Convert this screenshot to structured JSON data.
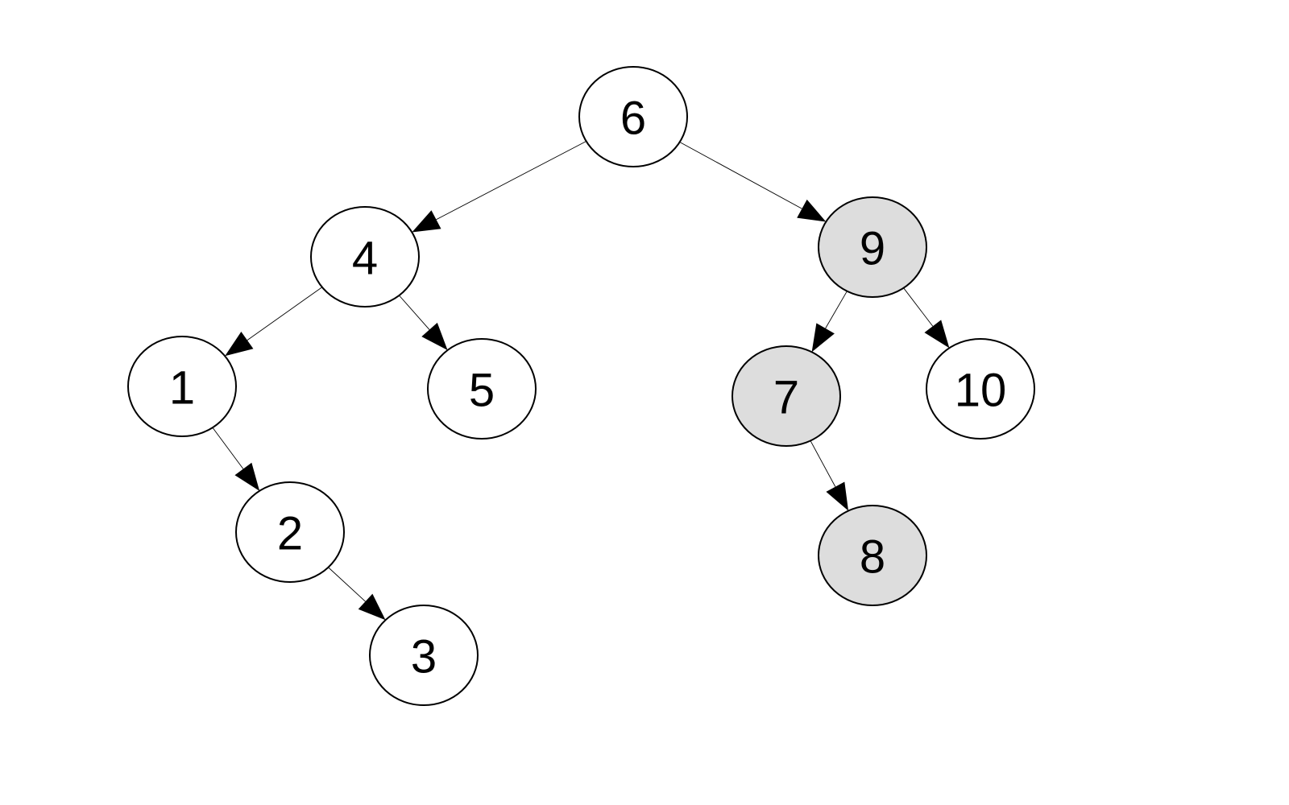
{
  "tree": {
    "colors": {
      "default_fill": "#ffffff",
      "highlight_fill": "#dddddd",
      "stroke": "#000000"
    },
    "nodes": [
      {
        "id": "n6",
        "label": "6",
        "highlighted": false
      },
      {
        "id": "n4",
        "label": "4",
        "highlighted": false
      },
      {
        "id": "n9",
        "label": "9",
        "highlighted": true
      },
      {
        "id": "n1",
        "label": "1",
        "highlighted": false
      },
      {
        "id": "n5",
        "label": "5",
        "highlighted": false
      },
      {
        "id": "n7",
        "label": "7",
        "highlighted": true
      },
      {
        "id": "n10",
        "label": "10",
        "highlighted": false
      },
      {
        "id": "n2",
        "label": "2",
        "highlighted": false
      },
      {
        "id": "n8",
        "label": "8",
        "highlighted": true
      },
      {
        "id": "n3",
        "label": "3",
        "highlighted": false
      }
    ],
    "edges": [
      {
        "from": "n6",
        "to": "n4"
      },
      {
        "from": "n6",
        "to": "n9"
      },
      {
        "from": "n4",
        "to": "n1"
      },
      {
        "from": "n4",
        "to": "n5"
      },
      {
        "from": "n9",
        "to": "n7"
      },
      {
        "from": "n9",
        "to": "n10"
      },
      {
        "from": "n1",
        "to": "n2"
      },
      {
        "from": "n7",
        "to": "n8"
      },
      {
        "from": "n2",
        "to": "n3"
      }
    ]
  }
}
